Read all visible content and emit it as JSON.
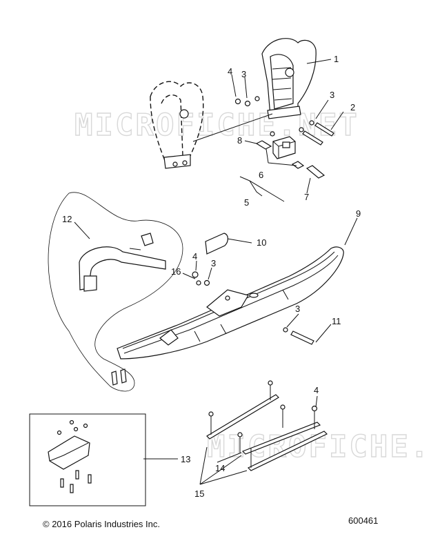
{
  "watermark": "MICROFICHE.NET",
  "callouts": {
    "c1": "1",
    "c2": "2",
    "c3a": "3",
    "c3b": "3",
    "c3c": "3",
    "c3d": "3",
    "c4a": "4",
    "c4b": "4",
    "c4c": "4",
    "c5": "5",
    "c6": "6",
    "c7": "7",
    "c8": "8",
    "c9": "9",
    "c10": "10",
    "c11": "11",
    "c12": "12",
    "c13": "13",
    "c14": "14",
    "c15": "15",
    "c16": "16"
  },
  "footer": {
    "copyright": "© 2016 Polaris Industries Inc.",
    "diagram_number": "600461"
  }
}
